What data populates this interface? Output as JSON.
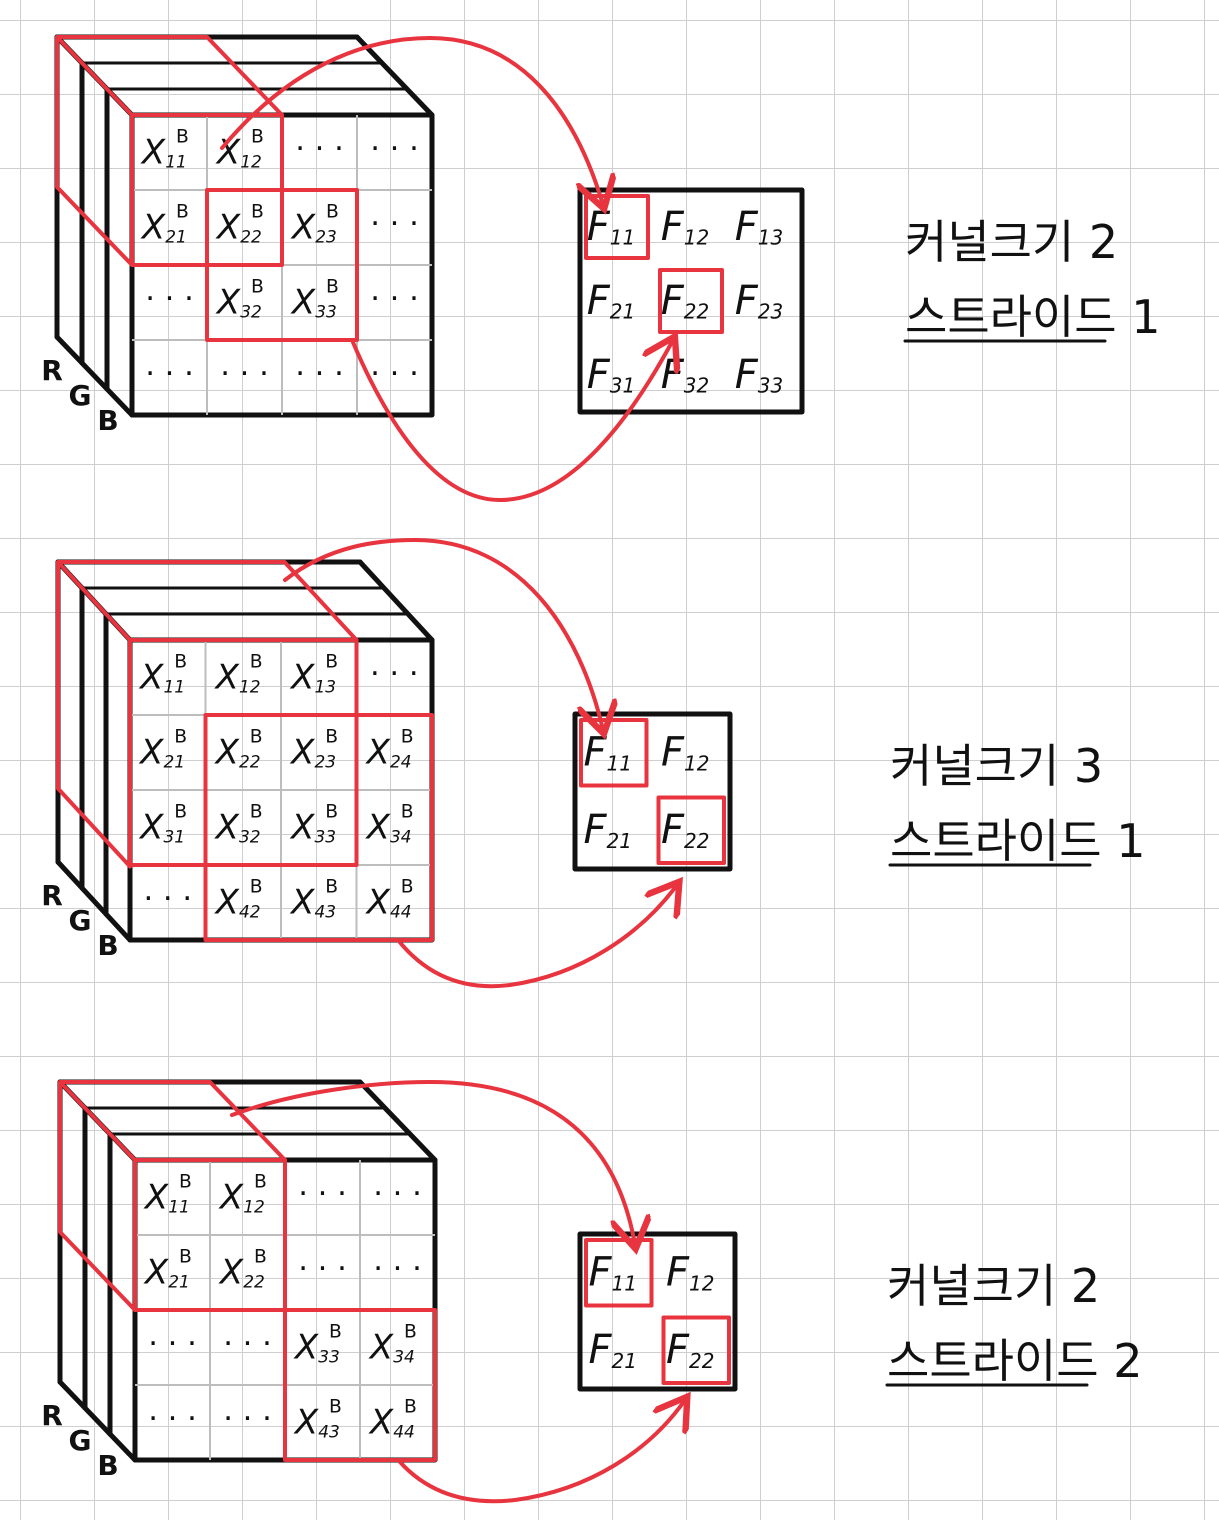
{
  "panels": [
    {
      "input_cells": [
        [
          "X11",
          "X12",
          "…",
          "…"
        ],
        [
          "X21",
          "X22",
          "X23",
          "…"
        ],
        [
          "…",
          "X32",
          "X33",
          "…"
        ],
        [
          "…",
          "…",
          "…",
          "…"
        ]
      ],
      "channel_superscript": "B",
      "channel_labels": [
        "R",
        "G",
        "B"
      ],
      "output_cells": [
        [
          "F11",
          "F12",
          "F13"
        ],
        [
          "F21",
          "F22",
          "F23"
        ],
        [
          "F31",
          "F32",
          "F33"
        ]
      ],
      "caption_line1": "커널크기 2",
      "caption_line2": "스트라이드 1"
    },
    {
      "input_cells": [
        [
          "X11",
          "X12",
          "X13",
          "…"
        ],
        [
          "X21",
          "X22",
          "X23",
          "X24"
        ],
        [
          "X31",
          "X32",
          "X33",
          "X34"
        ],
        [
          "…",
          "X42",
          "X43",
          "X44"
        ]
      ],
      "channel_superscript": "B",
      "channel_labels": [
        "R",
        "G",
        "B"
      ],
      "output_cells": [
        [
          "F11",
          "F12"
        ],
        [
          "F21",
          "F22"
        ]
      ],
      "caption_line1": "커널크기 3",
      "caption_line2": "스트라이드 1"
    },
    {
      "input_cells": [
        [
          "X11",
          "X12",
          "…",
          "…"
        ],
        [
          "X21",
          "X22",
          "…",
          "…"
        ],
        [
          "…",
          "…",
          "X33",
          "X34"
        ],
        [
          "…",
          "…",
          "X43",
          "X44"
        ]
      ],
      "channel_superscript": "B",
      "channel_labels": [
        "R",
        "G",
        "B"
      ],
      "output_cells": [
        [
          "F11",
          "F12"
        ],
        [
          "F21",
          "F22"
        ]
      ],
      "caption_line1": "커널크기 2",
      "caption_line2": "스트라이드 2"
    }
  ],
  "colors": {
    "ink": "#111111",
    "highlight": "#e8343f",
    "grid": "#cfcfcf"
  }
}
